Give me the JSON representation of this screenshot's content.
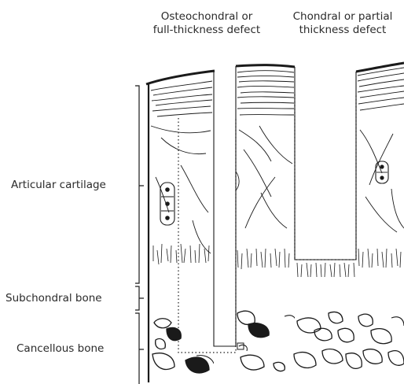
{
  "headers": {
    "osteochondral_line1": "Osteochondral or",
    "osteochondral_line2": "full-thickness defect",
    "chondral_line1": "Chondral or partial",
    "chondral_line2": "thickness defect"
  },
  "layers": {
    "articular": "Articular cartilage",
    "subchondral": "Subchondral bone",
    "cancellous": "Cancellous bone"
  },
  "colors": {
    "ink": "#1a1a1a",
    "text": "#2a2a2a",
    "background": "#ffffff"
  }
}
